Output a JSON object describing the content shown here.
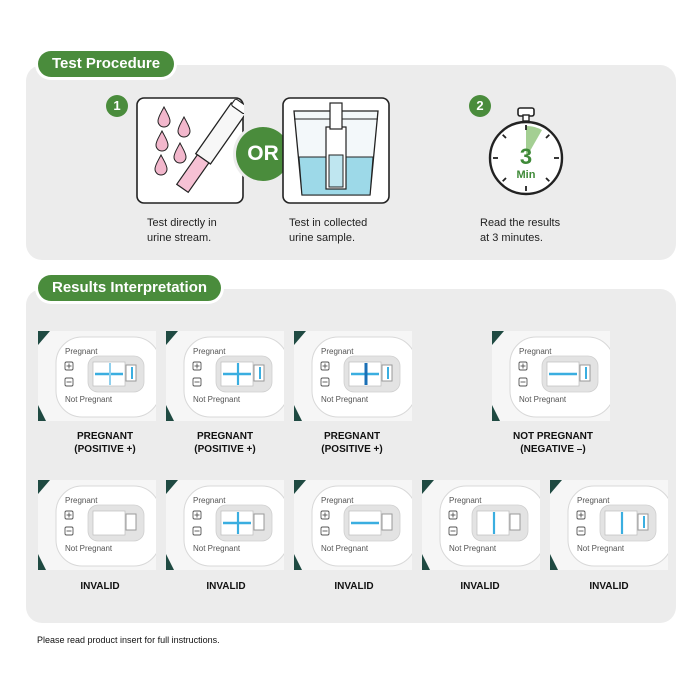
{
  "procedure": {
    "title": "Test Procedure",
    "step1": {
      "number": "1",
      "or_label": "OR",
      "option_a": {
        "line1": "Test directly in",
        "line2": "urine stream."
      },
      "option_b": {
        "line1": "Test in collected",
        "line2": "urine sample."
      }
    },
    "step2": {
      "number": "2",
      "timer_value": "3",
      "timer_unit": "Min",
      "line1": "Read the results",
      "line2": "at 3 minutes."
    }
  },
  "results": {
    "title": "Results Interpretation",
    "device_labels": {
      "top": "Pregnant",
      "bottom": "Not Pregnant"
    },
    "row1": [
      {
        "line1": "PREGNANT",
        "line2": "(POSITIVE +)"
      },
      {
        "line1": "PREGNANT",
        "line2": "(POSITIVE +)"
      },
      {
        "line1": "PREGNANT",
        "line2": "(POSITIVE +)"
      },
      {
        "line1": "NOT PREGNANT",
        "line2": "(NEGATIVE –)"
      }
    ],
    "row2": [
      {
        "line1": "INVALID"
      },
      {
        "line1": "INVALID"
      },
      {
        "line1": "INVALID"
      },
      {
        "line1": "INVALID"
      },
      {
        "line1": "INVALID"
      }
    ]
  },
  "footnote": "Please read product insert for full instructions.",
  "colors": {
    "green": "#4a8c3c",
    "panel": "#ececec",
    "line_blue": "#3aaee0",
    "line_dark_blue": "#1a6fb5"
  }
}
